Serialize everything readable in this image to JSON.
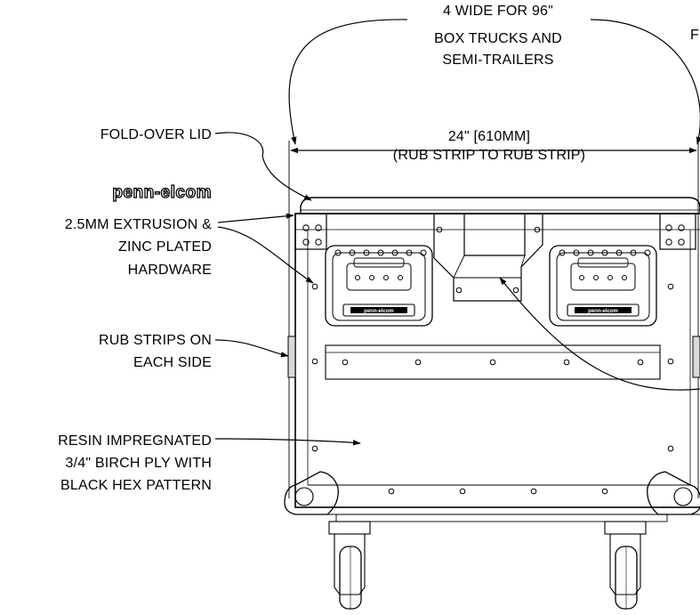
{
  "top_callout": [
    "4 WIDE FOR 96\"",
    "BOX TRUCKS AND",
    "SEMI-TRAILERS"
  ],
  "top_right_fragment": "F",
  "dimension": [
    "24\" [610MM]",
    "(RUB STRIP TO RUB STRIP)"
  ],
  "brand_logo": "penn-elcom",
  "callouts": {
    "lid": [
      "FOLD-OVER LID"
    ],
    "extrusion": [
      "2.5MM EXTRUSION &",
      "ZINC PLATED",
      "HARDWARE"
    ],
    "rub_strips": [
      "RUB STRIPS ON",
      "EACH SIDE"
    ],
    "ply": [
      "RESIN IMPREGNATED",
      "3/4\" BIRCH PLY WITH",
      "BLACK HEX PATTERN"
    ]
  },
  "handle_plate_text": "penn-elcom",
  "colors": {
    "line": "#000000",
    "background": "#ffffff",
    "strip": "#d9d9d9"
  }
}
